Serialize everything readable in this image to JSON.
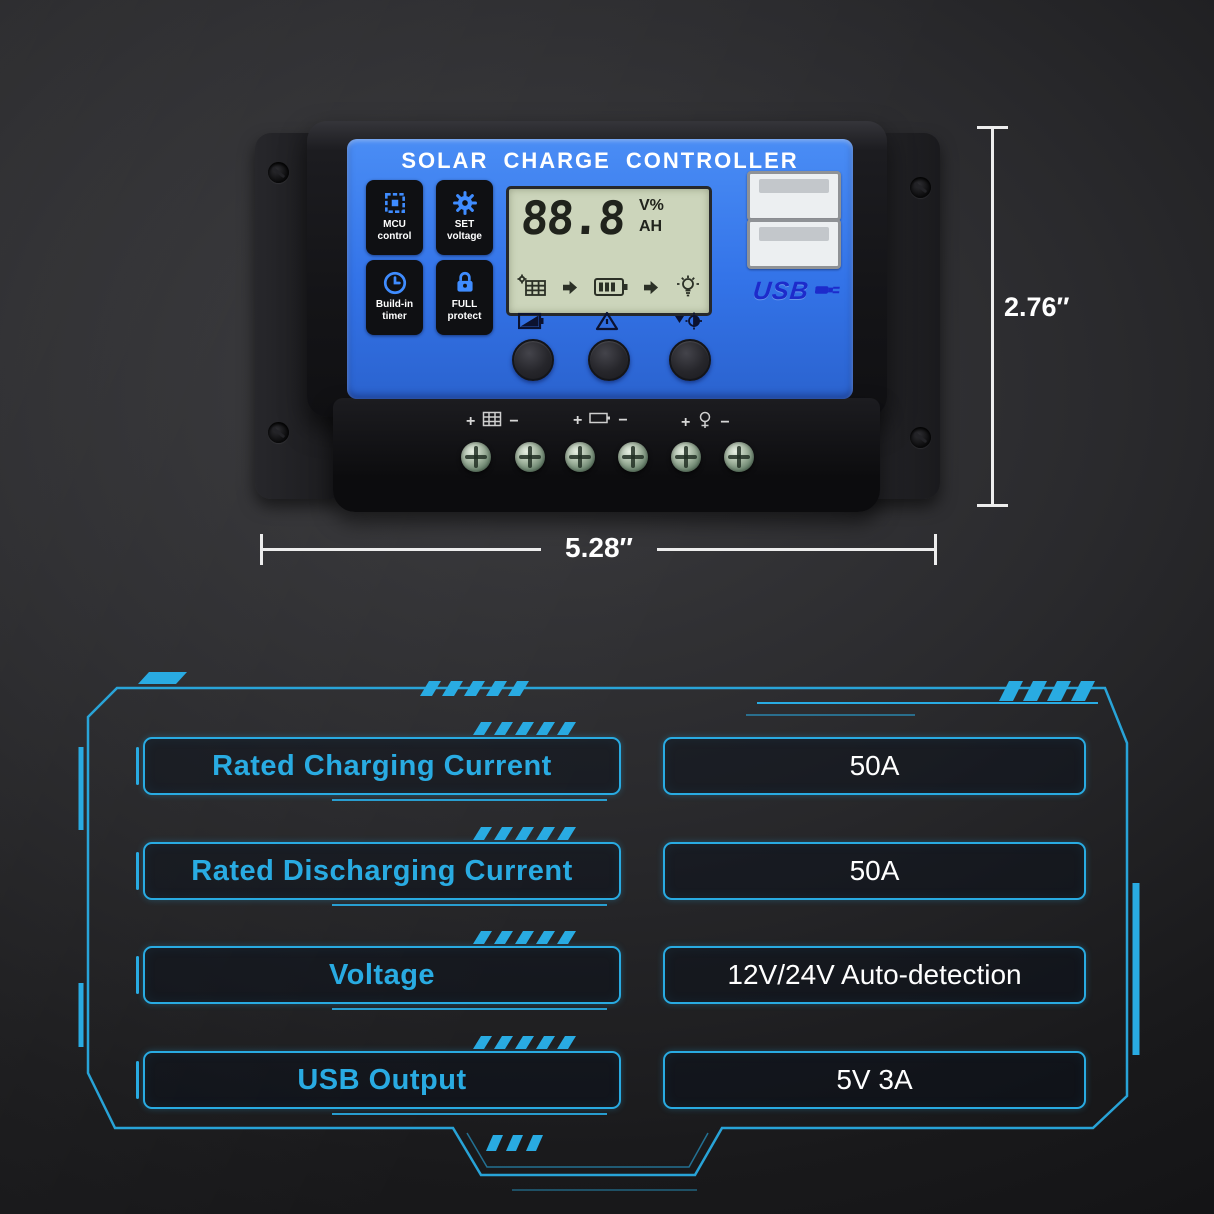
{
  "device": {
    "title": "SOLAR CHARGE CONTROLLER",
    "features": [
      {
        "icon": "mcu-icon",
        "line1": "MCU",
        "line2": "control"
      },
      {
        "icon": "gear-icon",
        "line1": "SET",
        "line2": "voltage"
      },
      {
        "icon": "clock-icon",
        "line1": "Build-in",
        "line2": "timer"
      },
      {
        "icon": "lock-icon",
        "line1": "FULL",
        "line2": "protect"
      }
    ],
    "lcd": {
      "reading": "88.8",
      "unit_top": "V%",
      "unit_bottom": "AH",
      "flow_icons": [
        "solar-panel-icon",
        "arrow-right-icon",
        "battery-icon",
        "arrow-right-icon",
        "lamp-icon"
      ]
    },
    "button_icons": [
      "battery-mode-icon",
      "up-arrow-icon",
      "lamp-mode-icon"
    ],
    "usb_label": "USB",
    "terminals": [
      {
        "plus": "+",
        "minus": "−",
        "icon": "solar-panel-icon"
      },
      {
        "plus": "+",
        "minus": "−",
        "icon": "battery-icon"
      },
      {
        "plus": "+",
        "minus": "−",
        "icon": "load-icon"
      }
    ]
  },
  "dimensions": {
    "height_label": "2.76″",
    "width_label": "5.28″"
  },
  "specs": {
    "rows": [
      {
        "label": "Rated Charging Current",
        "value": "50A"
      },
      {
        "label": "Rated Discharging Current",
        "value": "50A"
      },
      {
        "label": "Voltage",
        "value": "12V/24V Auto-detection"
      },
      {
        "label": "USB Output",
        "value": "5V 3A"
      }
    ]
  },
  "colors": {
    "accent_cyan": "#29abe2",
    "panel_blue": "#3373e8",
    "lcd_green": "#ccd5bb",
    "usb_text_blue": "#1d2bcb",
    "value_text": "#ffffff"
  }
}
